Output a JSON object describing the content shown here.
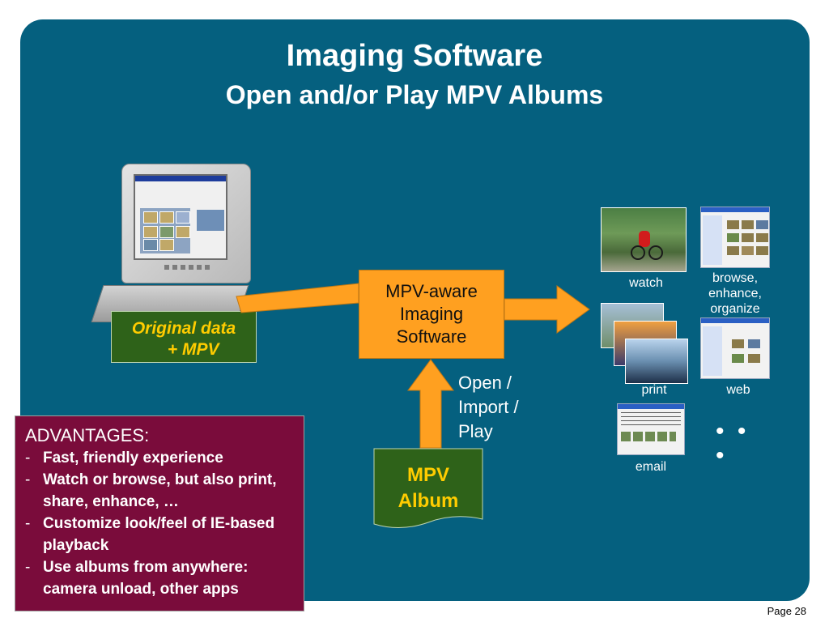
{
  "slide": {
    "title": "Imaging Software",
    "subtitle": "Open and/or Play MPV Albums",
    "page_number": "Page 28"
  },
  "source": {
    "label_line1": "Original data",
    "label_line2": "    + MPV",
    "label_color": "#ffcc00"
  },
  "software": {
    "line1": "MPV-aware",
    "line2": "Imaging",
    "line3": "Software"
  },
  "input": {
    "action_line1": "Open /",
    "action_line2": "Import /",
    "action_line3": "Play",
    "album_line1": "MPV",
    "album_line2": "Album"
  },
  "outputs": {
    "watch": "watch",
    "browse": "browse, enhance, organize",
    "print": "print",
    "web": "web",
    "email": "email",
    "more": "• • •"
  },
  "advantages": {
    "title": "ADVANTAGES:",
    "items": [
      "Fast, friendly experience",
      "Watch or browse, but also print, share, enhance, …",
      "Customize look/feel of IE-based playback",
      "Use albums from anywhere: camera unload, other apps"
    ]
  },
  "colors": {
    "background": "#05607f",
    "orange": "#ffa020",
    "green": "#2e6219",
    "maroon": "#7a0c3b",
    "yellow": "#ffcc00"
  }
}
